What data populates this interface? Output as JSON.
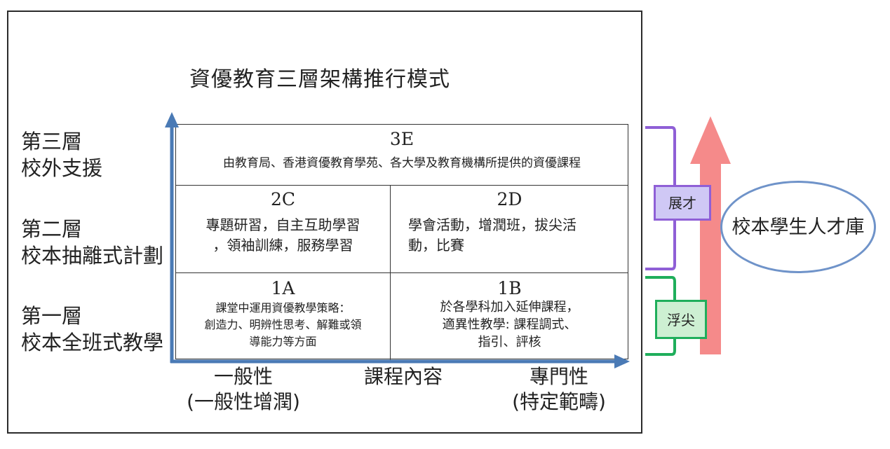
{
  "title": "資優教育三層架構推行模式",
  "layers": [
    {
      "line1": "第三層",
      "line2": "校外支援"
    },
    {
      "line1": "第二層",
      "line2": "校本抽離式計劃"
    },
    {
      "line1": "第一層",
      "line2": "校本全班式教學"
    }
  ],
  "cells": {
    "c3e": {
      "code": "3E",
      "text": "由教育局、香港資優教育學苑、各大學及教育機構所提供的資優課程"
    },
    "c2c": {
      "code": "2C",
      "line1": "專題研習，自主互助學習",
      "line2": "，領袖訓練，服務學習"
    },
    "c2d": {
      "code": "2D",
      "line1": "學會活動，增潤班，拔尖活",
      "line2": "動，比賽"
    },
    "c1a": {
      "code": "1A",
      "line1": "課堂中運用資優教學策略：",
      "line2": "創造力、明辨性思考、解難或領",
      "line3": "導能力等方面"
    },
    "c1b": {
      "code": "1B",
      "line1": "於各學科加入延伸課程，",
      "line2": "適異性教學: 課程調式、",
      "line3": "指引、評核"
    }
  },
  "x_axis": {
    "left_line1": "一般性",
    "left_line2": "(一般性增潤)",
    "center": "課程內容",
    "right_line1": "專門性",
    "right_line2": "(特定範疇)"
  },
  "tags": {
    "upper": "展才",
    "lower": "浮尖"
  },
  "talent_pool": "校本學生人才庫",
  "colors": {
    "axis": "#4a7ab5",
    "purple": "#8f5fd6",
    "purple_fill": "#cfc8f5",
    "green": "#1fae5b",
    "green_fill": "#cdefd2",
    "arrow_pink": "#f58a8a",
    "ellipse": "#6f93c9"
  }
}
